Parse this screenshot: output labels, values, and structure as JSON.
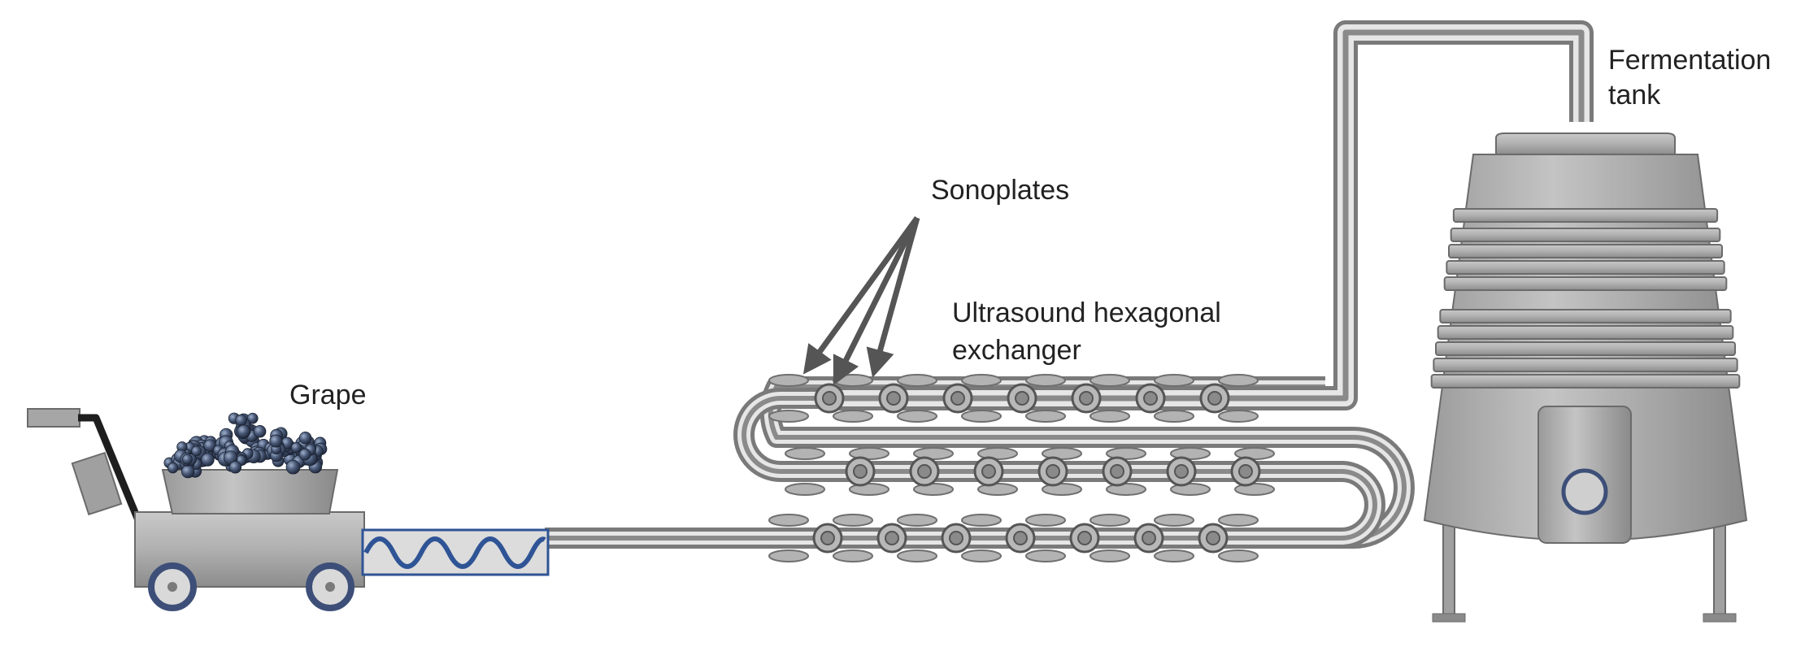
{
  "labels": {
    "grape": "Grape",
    "sonoplates": "Sonoplates",
    "exchanger_line1": "Ultrasound hexagonal",
    "exchanger_line2": "exchanger",
    "tank_line1": "Fermentation",
    "tank_line2": "tank"
  },
  "colors": {
    "pipe_outer": "#7a7a7a",
    "pipe_light": "#d8d8d8",
    "metal": "#a8a8a8",
    "metal_dark": "#6f6f6f",
    "screw": "#2f5496",
    "grape": "#3a4a66",
    "arrow": "#555555"
  },
  "icons": {
    "cart": "grape-cart",
    "screw_conveyor": "auger",
    "tank": "fermentation-tank",
    "sonoplate": "disc-transducer"
  }
}
